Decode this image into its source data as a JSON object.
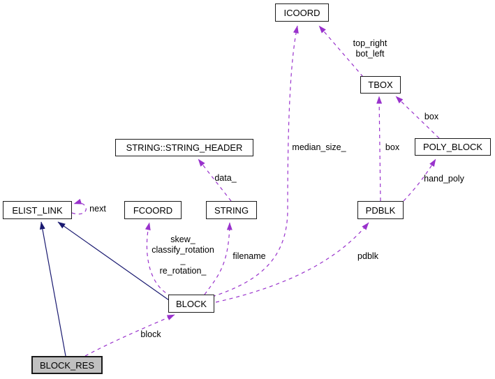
{
  "diagram": {
    "title": "collaboration-graph",
    "colors": {
      "dashed_edge": "#9932cc",
      "solid_edge": "#191970",
      "node_fill": "#ffffff",
      "node_border": "#1a1a1a",
      "highlight_fill": "#c0c0c0",
      "background": "#ffffff"
    },
    "nodes": [
      {
        "id": "ICOORD",
        "label": "ICOORD",
        "highlighted": false
      },
      {
        "id": "TBOX",
        "label": "TBOX",
        "highlighted": false
      },
      {
        "id": "POLY_BLOCK",
        "label": "POLY_BLOCK",
        "highlighted": false
      },
      {
        "id": "STRING_STRING_HEADER",
        "label": "STRING::STRING_HEADER",
        "highlighted": false
      },
      {
        "id": "ELIST_LINK",
        "label": "ELIST_LINK",
        "highlighted": false
      },
      {
        "id": "FCOORD",
        "label": "FCOORD",
        "highlighted": false
      },
      {
        "id": "STRING",
        "label": "STRING",
        "highlighted": false
      },
      {
        "id": "PDBLK",
        "label": "PDBLK",
        "highlighted": false
      },
      {
        "id": "BLOCK",
        "label": "BLOCK",
        "highlighted": false
      },
      {
        "id": "BLOCK_RES",
        "label": "BLOCK_RES",
        "highlighted": true
      }
    ],
    "edges": [
      {
        "from": "BLOCK_RES",
        "to": "ELIST_LINK",
        "style": "solid",
        "label": ""
      },
      {
        "from": "BLOCK",
        "to": "ELIST_LINK",
        "style": "solid",
        "label": ""
      },
      {
        "from": "ELIST_LINK",
        "to": "ELIST_LINK",
        "style": "dashed",
        "label": "next"
      },
      {
        "from": "TBOX",
        "to": "ICOORD",
        "style": "dashed",
        "label": "top_right\nbot_left"
      },
      {
        "from": "BLOCK",
        "to": "ICOORD",
        "style": "dashed",
        "label": "median_size_"
      },
      {
        "from": "PDBLK",
        "to": "TBOX",
        "style": "dashed",
        "label": "box"
      },
      {
        "from": "POLY_BLOCK",
        "to": "TBOX",
        "style": "dashed",
        "label": "box"
      },
      {
        "from": "PDBLK",
        "to": "POLY_BLOCK",
        "style": "dashed",
        "label": "hand_poly"
      },
      {
        "from": "BLOCK",
        "to": "PDBLK",
        "style": "dashed",
        "label": "pdblk"
      },
      {
        "from": "STRING",
        "to": "STRING_STRING_HEADER",
        "style": "dashed",
        "label": "data_"
      },
      {
        "from": "BLOCK",
        "to": "STRING",
        "style": "dashed",
        "label": "filename"
      },
      {
        "from": "BLOCK",
        "to": "FCOORD",
        "style": "dashed",
        "label": "skew_\nclassify_rotation\n_\nre_rotation_"
      },
      {
        "from": "BLOCK_RES",
        "to": "BLOCK",
        "style": "dashed",
        "label": "block"
      }
    ]
  }
}
